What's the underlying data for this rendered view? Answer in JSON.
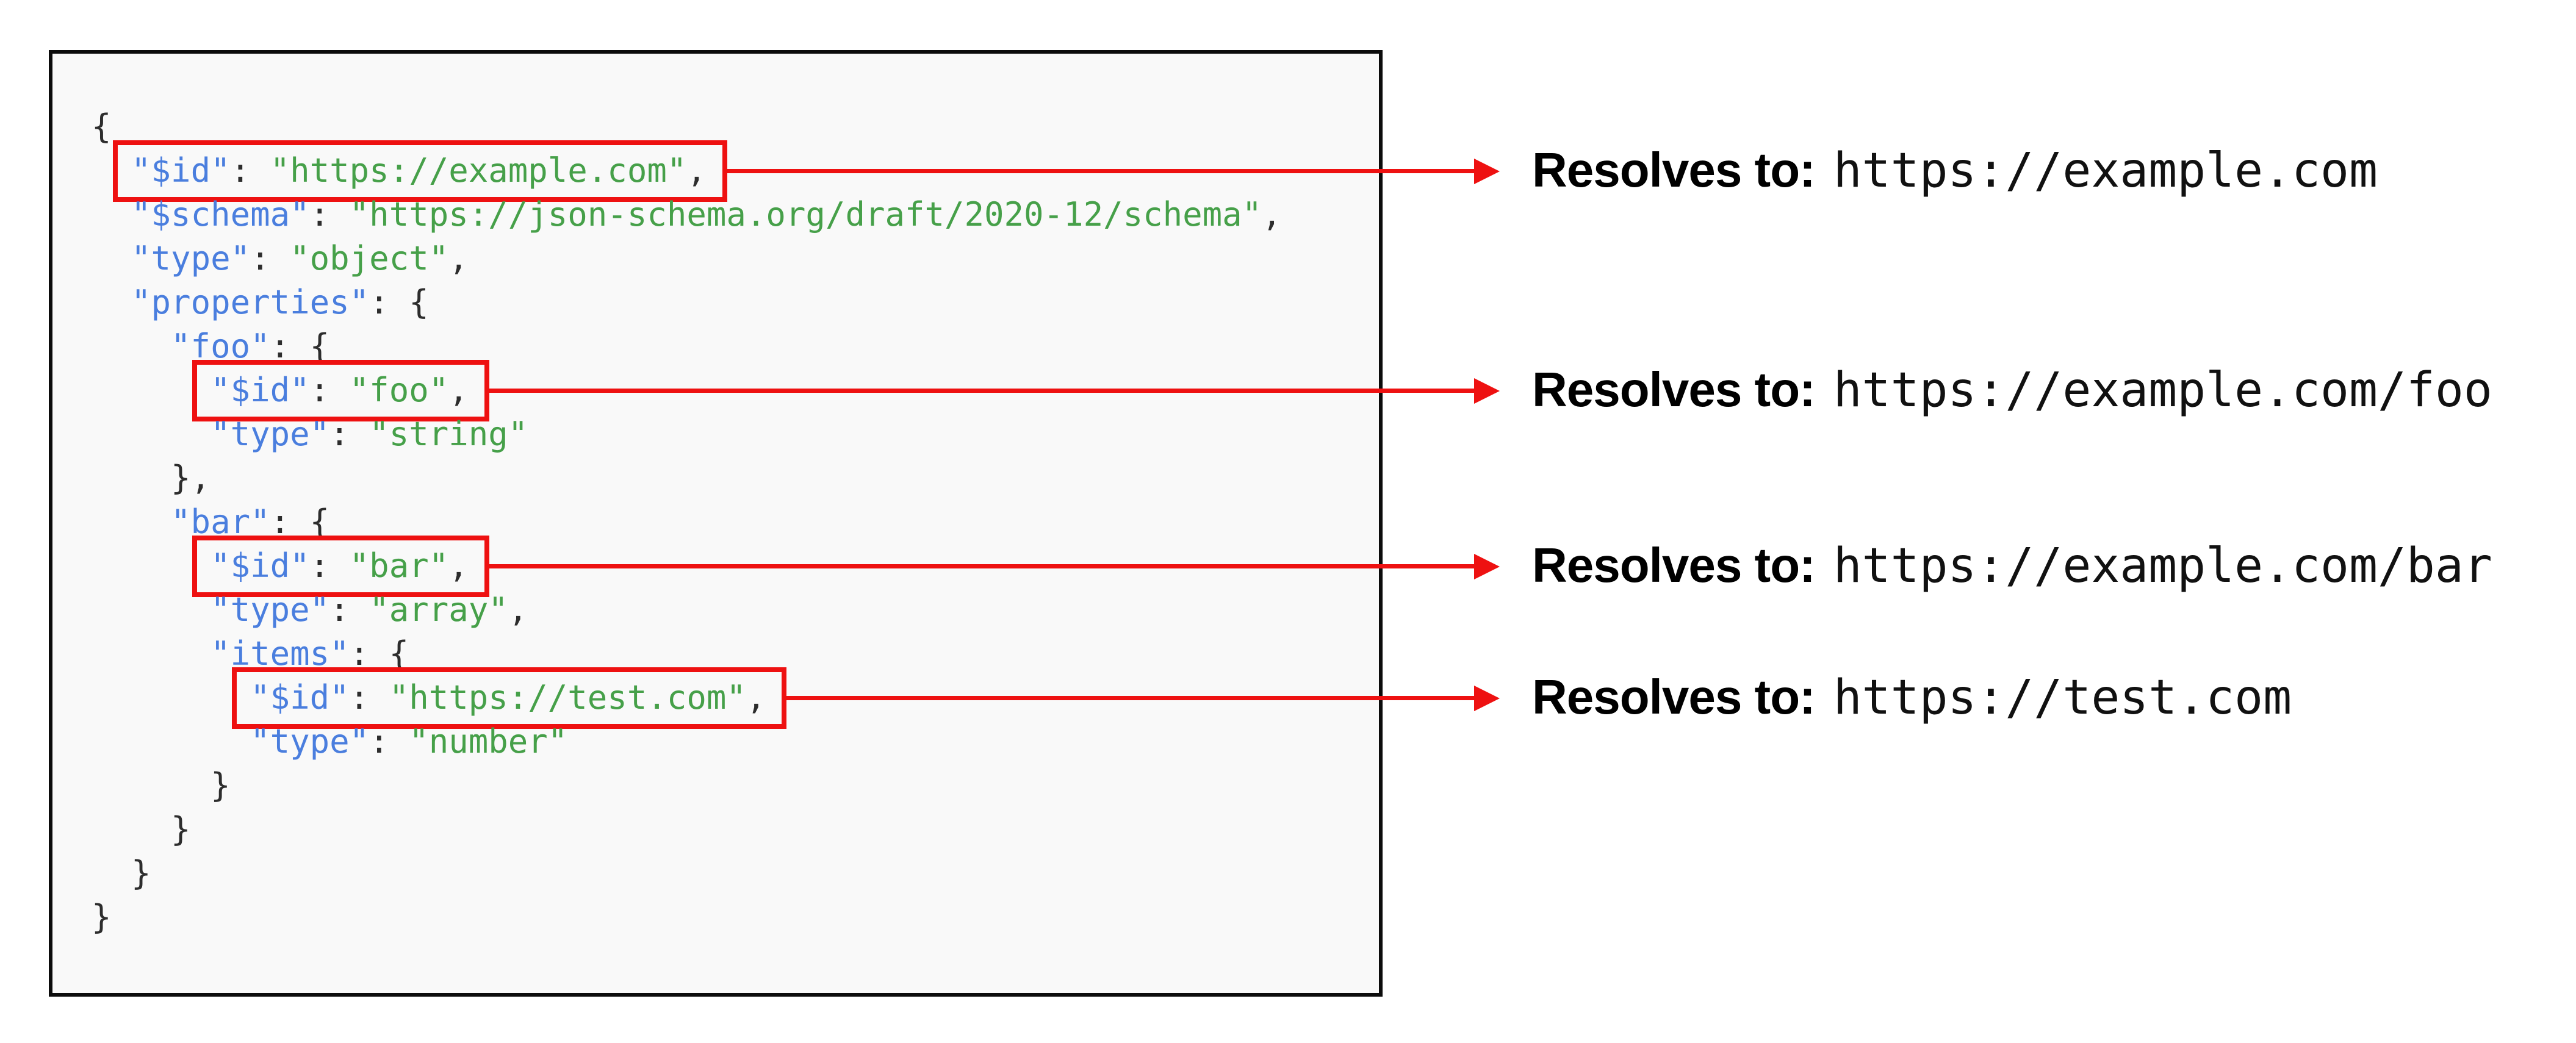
{
  "colors": {
    "arrow_and_box_red": "#ee1111",
    "key_blue": "#4a7ede",
    "string_green": "#46a049",
    "punctuation": "#2d2d2d",
    "code_background": "#f9f9f9",
    "panel_border": "#0c0c0c",
    "page_background": "#ffffff"
  },
  "code_block": {
    "language": "json",
    "lines": [
      {
        "indent": 0,
        "segments": [
          {
            "c": "pun",
            "t": "{"
          }
        ]
      },
      {
        "indent": 2,
        "box": 0,
        "segments": [
          {
            "c": "key",
            "t": "\"$id\""
          },
          {
            "c": "pun",
            "t": ": "
          },
          {
            "c": "str",
            "t": "\"https://example.com\""
          },
          {
            "c": "pun",
            "t": ","
          }
        ]
      },
      {
        "indent": 2,
        "segments": [
          {
            "c": "key",
            "t": "\"$schema\""
          },
          {
            "c": "pun",
            "t": ": "
          },
          {
            "c": "str",
            "t": "\"https://json-schema.org/draft/2020-12/schema\""
          },
          {
            "c": "pun",
            "t": ","
          }
        ]
      },
      {
        "indent": 2,
        "segments": [
          {
            "c": "key",
            "t": "\"type\""
          },
          {
            "c": "pun",
            "t": ": "
          },
          {
            "c": "str",
            "t": "\"object\""
          },
          {
            "c": "pun",
            "t": ","
          }
        ]
      },
      {
        "indent": 2,
        "segments": [
          {
            "c": "key",
            "t": "\"properties\""
          },
          {
            "c": "pun",
            "t": ": {"
          }
        ]
      },
      {
        "indent": 4,
        "segments": [
          {
            "c": "key",
            "t": "\"foo\""
          },
          {
            "c": "pun",
            "t": ": {"
          }
        ]
      },
      {
        "indent": 6,
        "box": 1,
        "segments": [
          {
            "c": "key",
            "t": "\"$id\""
          },
          {
            "c": "pun",
            "t": ": "
          },
          {
            "c": "str",
            "t": "\"foo\""
          },
          {
            "c": "pun",
            "t": ","
          }
        ]
      },
      {
        "indent": 6,
        "segments": [
          {
            "c": "key",
            "t": "\"type\""
          },
          {
            "c": "pun",
            "t": ": "
          },
          {
            "c": "str",
            "t": "\"string\""
          }
        ]
      },
      {
        "indent": 4,
        "segments": [
          {
            "c": "pun",
            "t": "},"
          }
        ]
      },
      {
        "indent": 4,
        "segments": [
          {
            "c": "key",
            "t": "\"bar\""
          },
          {
            "c": "pun",
            "t": ": {"
          }
        ]
      },
      {
        "indent": 6,
        "box": 2,
        "segments": [
          {
            "c": "key",
            "t": "\"$id\""
          },
          {
            "c": "pun",
            "t": ": "
          },
          {
            "c": "str",
            "t": "\"bar\""
          },
          {
            "c": "pun",
            "t": ","
          }
        ]
      },
      {
        "indent": 6,
        "segments": [
          {
            "c": "key",
            "t": "\"type\""
          },
          {
            "c": "pun",
            "t": ": "
          },
          {
            "c": "str",
            "t": "\"array\""
          },
          {
            "c": "pun",
            "t": ","
          }
        ]
      },
      {
        "indent": 6,
        "segments": [
          {
            "c": "key",
            "t": "\"items\""
          },
          {
            "c": "pun",
            "t": ": {"
          }
        ]
      },
      {
        "indent": 8,
        "box": 3,
        "segments": [
          {
            "c": "key",
            "t": "\"$id\""
          },
          {
            "c": "pun",
            "t": ": "
          },
          {
            "c": "str",
            "t": "\"https://test.com\""
          },
          {
            "c": "pun",
            "t": ","
          }
        ]
      },
      {
        "indent": 8,
        "segments": [
          {
            "c": "key",
            "t": "\"type\""
          },
          {
            "c": "pun",
            "t": ": "
          },
          {
            "c": "str",
            "t": "\"number\""
          }
        ]
      },
      {
        "indent": 6,
        "segments": [
          {
            "c": "pun",
            "t": "}"
          }
        ]
      },
      {
        "indent": 4,
        "segments": [
          {
            "c": "pun",
            "t": "}"
          }
        ]
      },
      {
        "indent": 2,
        "segments": [
          {
            "c": "pun",
            "t": "}"
          }
        ]
      },
      {
        "indent": 0,
        "segments": [
          {
            "c": "pun",
            "t": "}"
          }
        ]
      }
    ]
  },
  "annotations": [
    {
      "label": "Resolves to:",
      "url": "https://example.com"
    },
    {
      "label": "Resolves to:",
      "url": "https://example.com/foo"
    },
    {
      "label": "Resolves to:",
      "url": "https://example.com/bar"
    },
    {
      "label": "Resolves to:",
      "url": "https://test.com"
    }
  ]
}
